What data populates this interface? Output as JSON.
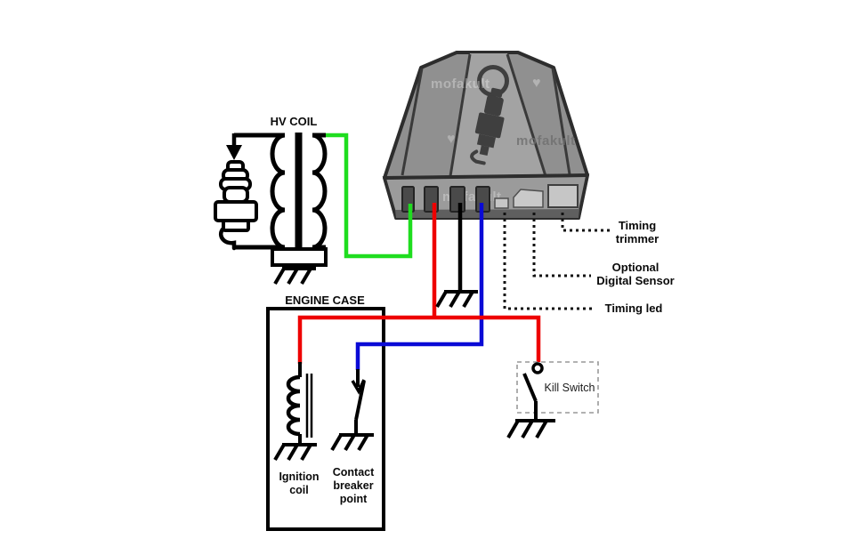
{
  "diagram_labels": {
    "hv_coil": "HV COIL",
    "engine_case": "ENGINE CASE",
    "ignition_coil_line1": "Ignition",
    "ignition_coil_line2": "coil",
    "contact_breaker_line1": "Contact",
    "contact_breaker_line2": "breaker",
    "contact_breaker_line3": "point",
    "kill_switch": "Kill Switch",
    "timing_trimmer_line1": "Timing",
    "timing_trimmer_line2": "trimmer",
    "digital_sensor_line1": "Optional",
    "digital_sensor_line2": "Digital Sensor",
    "timing_led": "Timing led"
  },
  "watermark": {
    "text": "mofakult",
    "heart": "♥"
  },
  "colors": {
    "wire_green": "#1fdd1f",
    "wire_red": "#ee0000",
    "wire_blue": "#0a0ad6",
    "wire_black": "#000000",
    "box_body": "#909090",
    "box_panel": "#a3a3a3",
    "box_front": "#9b9b9b",
    "box_outline": "#2d2d2d",
    "connector_dark": "#4a4a4a",
    "connector_light": "#c6c6c6",
    "dotted_line": "#111111",
    "dashed_box": "#999999"
  }
}
